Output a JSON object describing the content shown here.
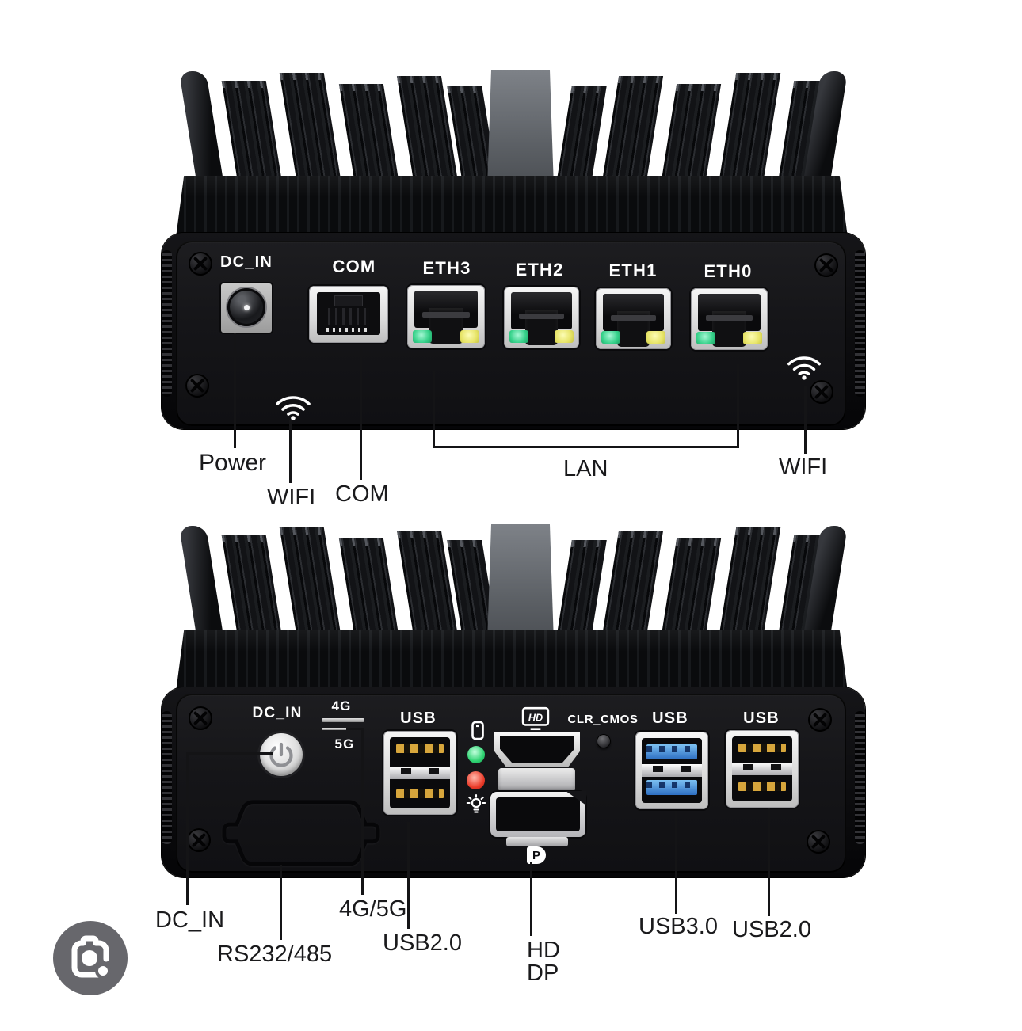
{
  "colors": {
    "background": "#ffffff",
    "chassis_black": "#0c0c0e",
    "panel_black": "#151518",
    "bezel_silver": "#e8e8e8",
    "heatsink_tower_gray": "#6e7277",
    "led_green": "#35d189",
    "led_yellow": "#e7e468",
    "status_led_green": "#2fd372",
    "status_led_red": "#ea3c2a",
    "usb3_blue": "#3f8fd9",
    "pin_gold": "#d7a63c",
    "callout_ink": "#1a1a1c",
    "lens_button_gray": "#67676c"
  },
  "rear_view": {
    "panel_labels": {
      "dc_in": "DC_IN",
      "com": "COM",
      "eth": [
        "ETH3",
        "ETH2",
        "ETH1",
        "ETH0"
      ]
    },
    "icons": {
      "wifi_left": "wifi-icon",
      "wifi_right": "wifi-icon"
    },
    "callouts": {
      "power": "Power",
      "wifi_left": "WIFI",
      "com": "COM",
      "lan": "LAN",
      "wifi_right": "WIFI"
    }
  },
  "front_view": {
    "panel_labels": {
      "dc_in": "DC_IN",
      "sim_top": "4G",
      "sim_bottom": "5G",
      "usb_left": "USB",
      "usb_mid": "USB",
      "usb_right": "USB",
      "clr_cmos": "CLR_CMOS",
      "hd_badge": "HD",
      "dp_badge": "P"
    },
    "callouts": {
      "dc_in": "DC_IN",
      "serial": "RS232/485",
      "sim": "4G/5G",
      "usb2_left": "USB2.0",
      "hd": "HD",
      "dp": "DP",
      "usb3": "USB3.0",
      "usb2_right": "USB2.0"
    }
  },
  "lens_button": {
    "icon": "camera-lens-icon"
  }
}
